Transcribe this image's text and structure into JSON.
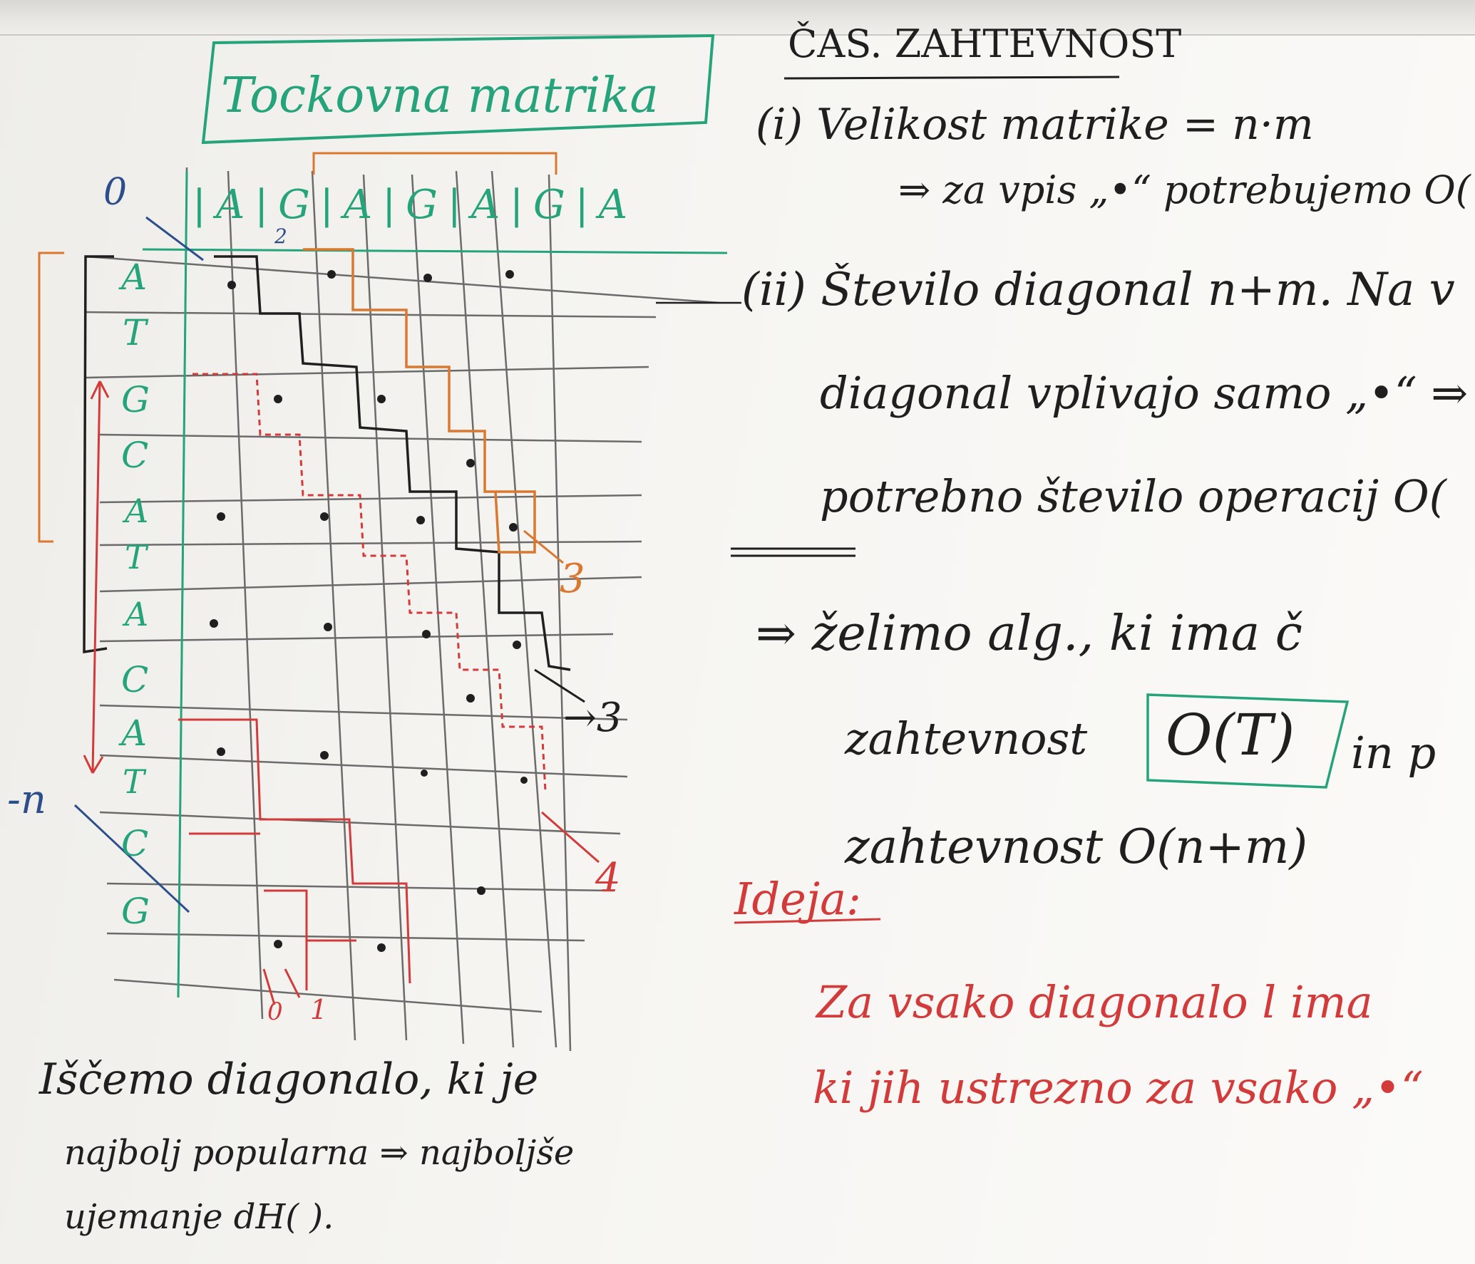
{
  "title": "Tockovna matrika",
  "top_sequence": [
    "A",
    "G",
    "A",
    "G",
    "A",
    "G",
    "A"
  ],
  "top_sequence_text": "|A|G|A|G|A|G|A",
  "side_sequence": [
    "A",
    "T",
    "G",
    "C",
    "A",
    "T",
    "A",
    "C",
    "A",
    "T",
    "C",
    "G"
  ],
  "labels": {
    "zero": "0",
    "two": "2",
    "three_a": "3",
    "three_b": "→3",
    "four": "4",
    "neg_n": "-n",
    "bottom_zero": "0",
    "bottom_one": "1"
  },
  "left_text": {
    "line1": "Iščemo diagonalo, ki je",
    "line2": "najbolj popularna ⇒ najboljše",
    "line3": "ujemanje dH( )."
  },
  "right_text": {
    "heading": "ČAS. ZAHTEVNOST",
    "i_line1": "(i) Velikost matrike = n·m",
    "i_line2": "⇒ za vpis „•“ potrebujemo O(",
    "ii_line1": "(ii) Število diagonal n+m. Na v",
    "ii_line2": "diagonal vplivajo samo „•“ ⇒",
    "ii_line3": "potrebno število operacij O(",
    "want_line1": "⇒ želimo alg., ki ima č",
    "want_line2_a": "zahtevnost",
    "want_line2_box": "O(T)",
    "want_line2_b": "in p",
    "want_line3": "zahtevnost O(n+m)",
    "idea_heading": "Ideja:",
    "idea_line1": "Za vsako diagonalo l ima",
    "idea_line2": "ki jih ustrezno za vsako „•“"
  },
  "colors": {
    "board": "#f6f5f2",
    "ink_dark": "#1f1f1f",
    "ink_red": "#d33a3a",
    "ink_green": "#25a37a",
    "ink_blue": "#2c4f8c",
    "ink_orange": "#d9782e"
  }
}
